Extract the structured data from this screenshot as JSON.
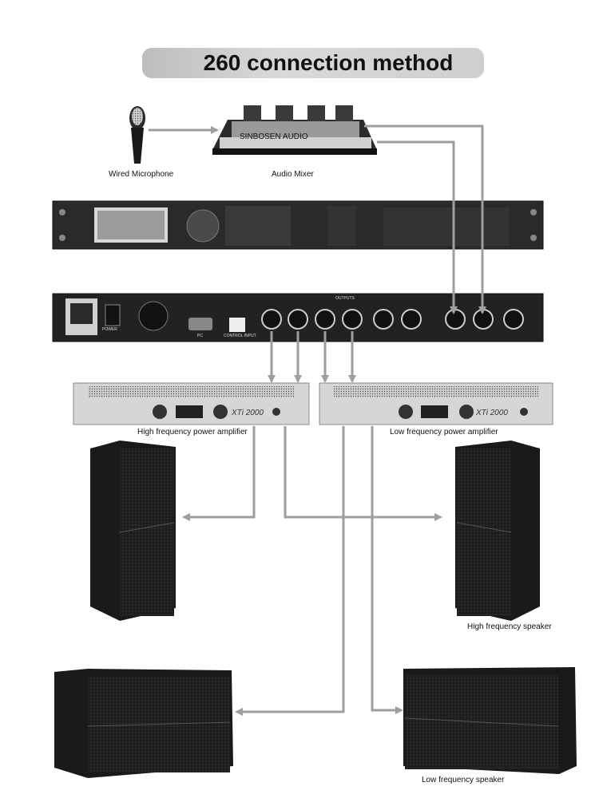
{
  "title": "260 connection method",
  "labels": {
    "microphone": "Wired Microphone",
    "mixer": "Audio Mixer",
    "hf_amp": "High frequency power amplifier",
    "lf_amp": "Low frequency power amplifier",
    "hf_speaker": "High frequency speaker",
    "lf_speaker": "Low frequency speaker"
  },
  "device_text": {
    "mixer_brand": "SINBOSEN AUDIO",
    "amp_model_left": "XTi 2000",
    "amp_model_right": "XTi 2000",
    "rear_power": "POWER",
    "rear_outputs": "OUTPUTS",
    "rear_control": "CONTROL INPUT",
    "rear_pc": "PC"
  },
  "colors": {
    "cable": "#9e9e9e",
    "device_dark": "#1c1c1c",
    "amp_body": "#d6d6d6"
  }
}
